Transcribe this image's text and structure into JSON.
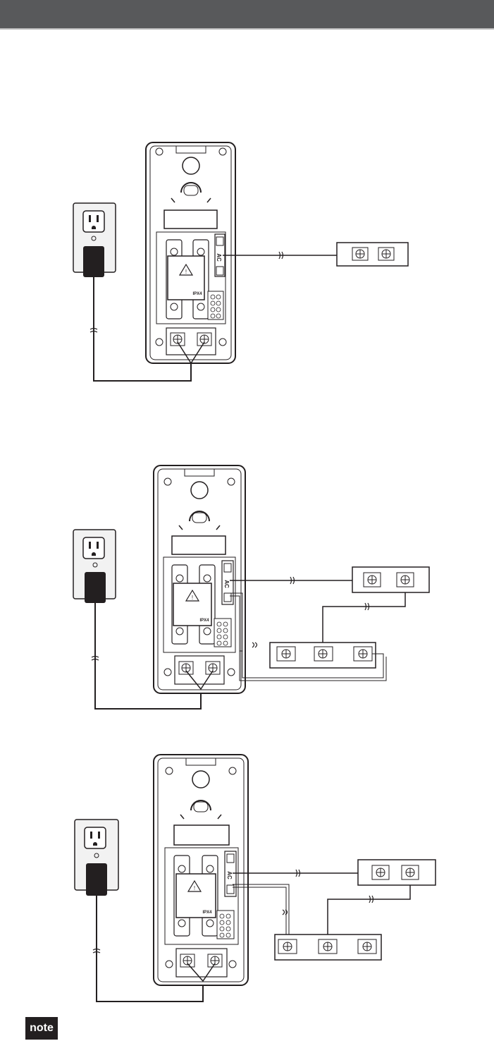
{
  "header": {
    "title": ""
  },
  "diagrams": [
    {
      "id": "wiring-1",
      "labels": {
        "ac": "AC",
        "battery_rating": "IPX4",
        "warning": "!"
      }
    },
    {
      "id": "wiring-2",
      "labels": {
        "ac": "AC",
        "battery_rating": "IPX4",
        "warning": "!"
      }
    },
    {
      "id": "wiring-3",
      "labels": {
        "ac": "AC",
        "battery_rating": "IPX4",
        "warning": "!"
      }
    }
  ],
  "note": {
    "label": "note"
  },
  "colors": {
    "header": "#58595b",
    "ink": "#231f20",
    "plate": "#f2f2f2"
  },
  "icons": [
    "wall-outlet-icon",
    "power-adapter-icon",
    "screw-terminal-icon",
    "warning-triangle-icon",
    "wire-break-icon"
  ]
}
